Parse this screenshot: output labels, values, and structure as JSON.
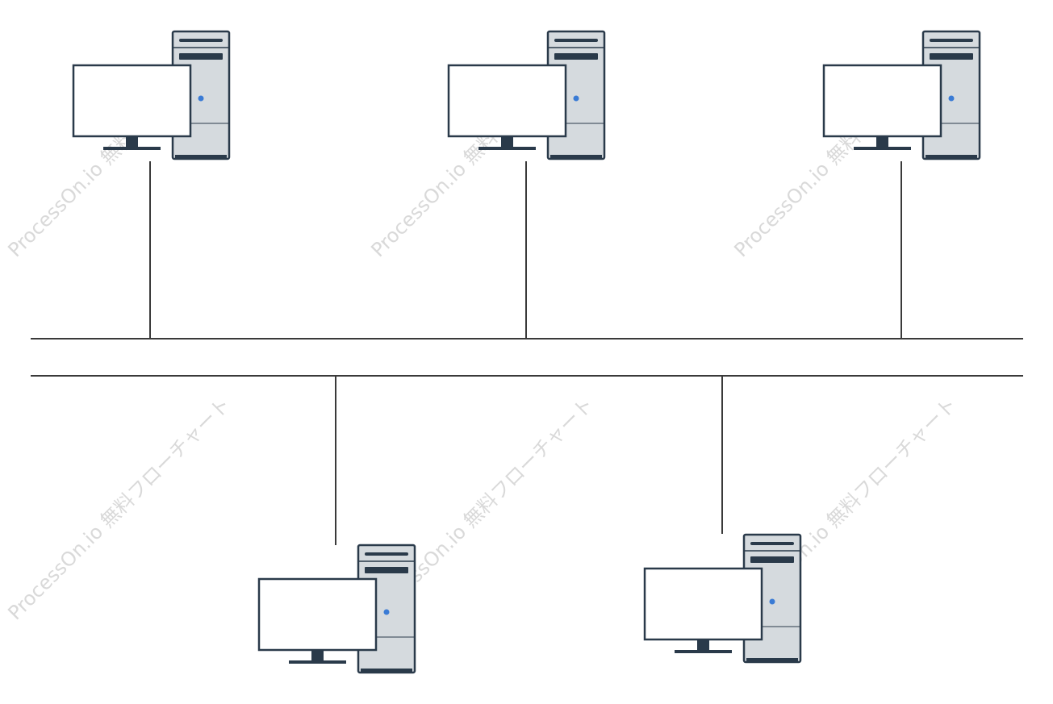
{
  "diagram": {
    "type": "bus-network-topology",
    "nodes": [
      {
        "id": "pc-1",
        "icon": "desktop-computer-icon",
        "attached_to": "bus-upper"
      },
      {
        "id": "pc-2",
        "icon": "desktop-computer-icon",
        "attached_to": "bus-upper"
      },
      {
        "id": "pc-3",
        "icon": "desktop-computer-icon",
        "attached_to": "bus-upper"
      },
      {
        "id": "pc-4",
        "icon": "desktop-computer-icon",
        "attached_to": "bus-lower"
      },
      {
        "id": "pc-5",
        "icon": "desktop-computer-icon",
        "attached_to": "bus-lower"
      }
    ],
    "buses": [
      "bus-upper",
      "bus-lower"
    ]
  },
  "colors": {
    "outline": "#2a3a4a",
    "line": "#3a3a3a",
    "tower_fill": "#d5dade",
    "screen_fill": "#ffffff",
    "led": "#3a7bd5",
    "watermark": "#d9d9d9"
  },
  "watermark": {
    "text": "ProcessOn.io 無料フローチャート"
  }
}
